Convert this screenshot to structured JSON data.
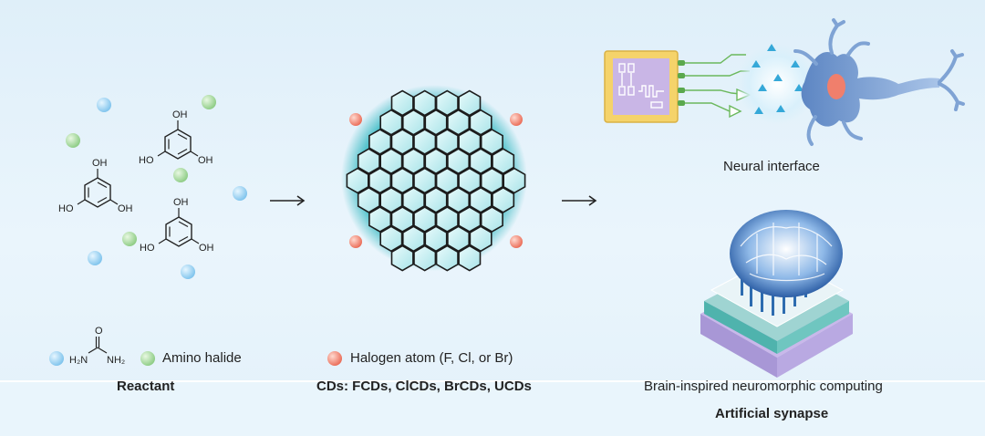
{
  "molecules": {
    "oh": "OH",
    "ho": "HO"
  },
  "legend": {
    "urea_h2n": "H₂N",
    "urea_nh2": "NH₂",
    "urea_o": "O",
    "amino_halide": "Amino halide",
    "halogen_atom": "Halogen atom (F, Cl, or Br)"
  },
  "sections": {
    "reactant": "Reactant",
    "cds": "CDs: FCDs, ClCDs, BrCDs, UCDs",
    "neural_interface": "Neural interface",
    "brain_computing": "Brain-inspired neuromorphic computing",
    "artificial_synapse": "Artificial synapse"
  },
  "colors": {
    "blue_dot": "#8fcdf0",
    "green_dot": "#9fd49a",
    "red_dot": "#f07f6c",
    "cd_cyan": "#7fd6dc",
    "chip_yellow": "#f5d36a",
    "chip_purple": "#c9b6e6",
    "neuron_blue": "#7fa3d4"
  }
}
